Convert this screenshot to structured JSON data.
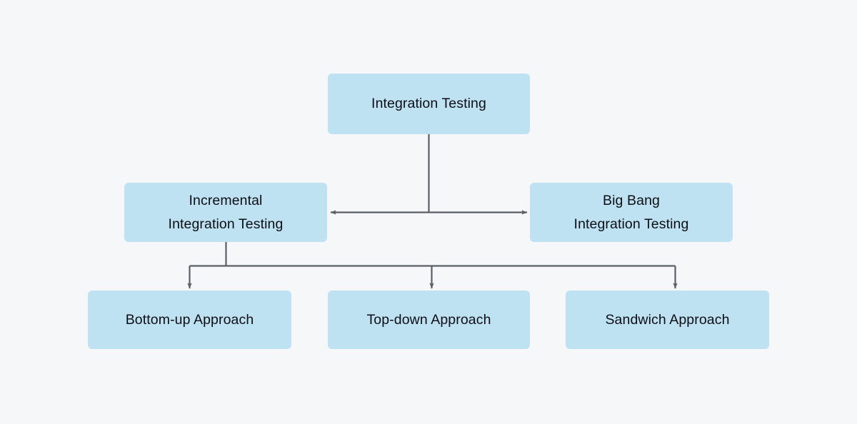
{
  "diagram": {
    "title": "Integration Testing",
    "type": "hierarchy-tree",
    "background_color": "#f5f7f9",
    "node_fill_color": "#bfe2f3",
    "node_text_color": "#0d0f14",
    "connector_color": "#5a5f66",
    "nodes": [
      {
        "id": "integration-testing",
        "label": "Integration Testing",
        "level": 0
      },
      {
        "id": "incremental-integration-testing",
        "label": "Incremental\nIntegration Testing",
        "level": 1
      },
      {
        "id": "big-bang-integration-testing",
        "label": "Big Bang\nIntegration Testing",
        "level": 1
      },
      {
        "id": "bottom-up-approach",
        "label": "Bottom-up Approach",
        "level": 2
      },
      {
        "id": "top-down-approach",
        "label": "Top-down Approach",
        "level": 2
      },
      {
        "id": "sandwich-approach",
        "label": "Sandwich Approach",
        "level": 2
      }
    ],
    "edges": [
      {
        "from": "integration-testing",
        "to": "incremental-integration-testing",
        "arrow": "end"
      },
      {
        "from": "integration-testing",
        "to": "big-bang-integration-testing",
        "arrow": "end"
      },
      {
        "from": "incremental-integration-testing",
        "to": "bottom-up-approach",
        "arrow": "end"
      },
      {
        "from": "incremental-integration-testing",
        "to": "top-down-approach",
        "arrow": "end"
      },
      {
        "from": "incremental-integration-testing",
        "to": "sandwich-approach",
        "arrow": "end"
      }
    ]
  }
}
